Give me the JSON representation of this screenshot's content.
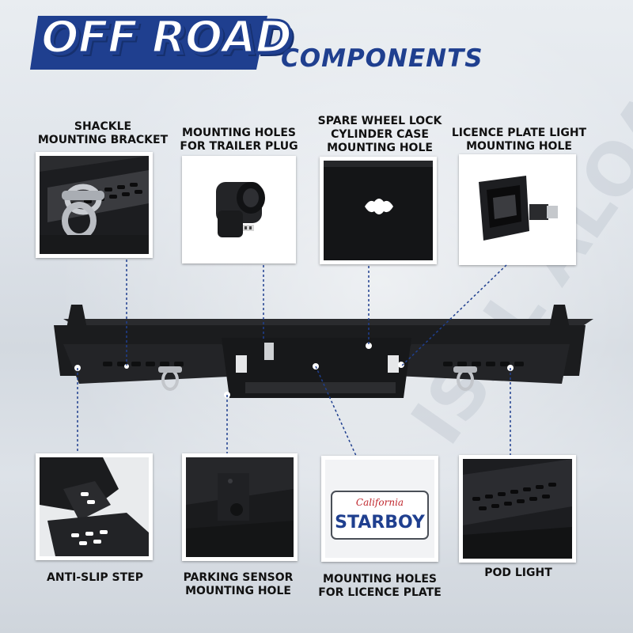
{
  "header": {
    "title": "OFF ROAD",
    "subtitle": "COMPONENTS"
  },
  "watermark": "ISSL ALOA",
  "colors": {
    "brand_blue": "#1f3f8f",
    "product_black": "#1b1c1e",
    "mount_dot": "#ffffff"
  },
  "features_top": [
    {
      "label": "SHACKLE\nMOUNTING BRACKET"
    },
    {
      "label": "MOUNTING HOLES\nFOR TRAILER PLUG"
    },
    {
      "label": "SPARE WHEEL LOCK\nCYLINDER CASE\nMOUNTING HOLE"
    },
    {
      "label": "LICENCE PLATE LIGHT\nMOUNTING HOLE"
    }
  ],
  "features_bottom": [
    {
      "label": "ANTI-SLIP STEP"
    },
    {
      "label": "PARKING SENSOR\nMOUNTING HOLE"
    },
    {
      "label": "MOUNTING HOLES\nFOR LICENCE PLATE"
    },
    {
      "label": "POD LIGHT"
    }
  ],
  "licence_plate": {
    "state": "California",
    "number": "STARBOY"
  }
}
